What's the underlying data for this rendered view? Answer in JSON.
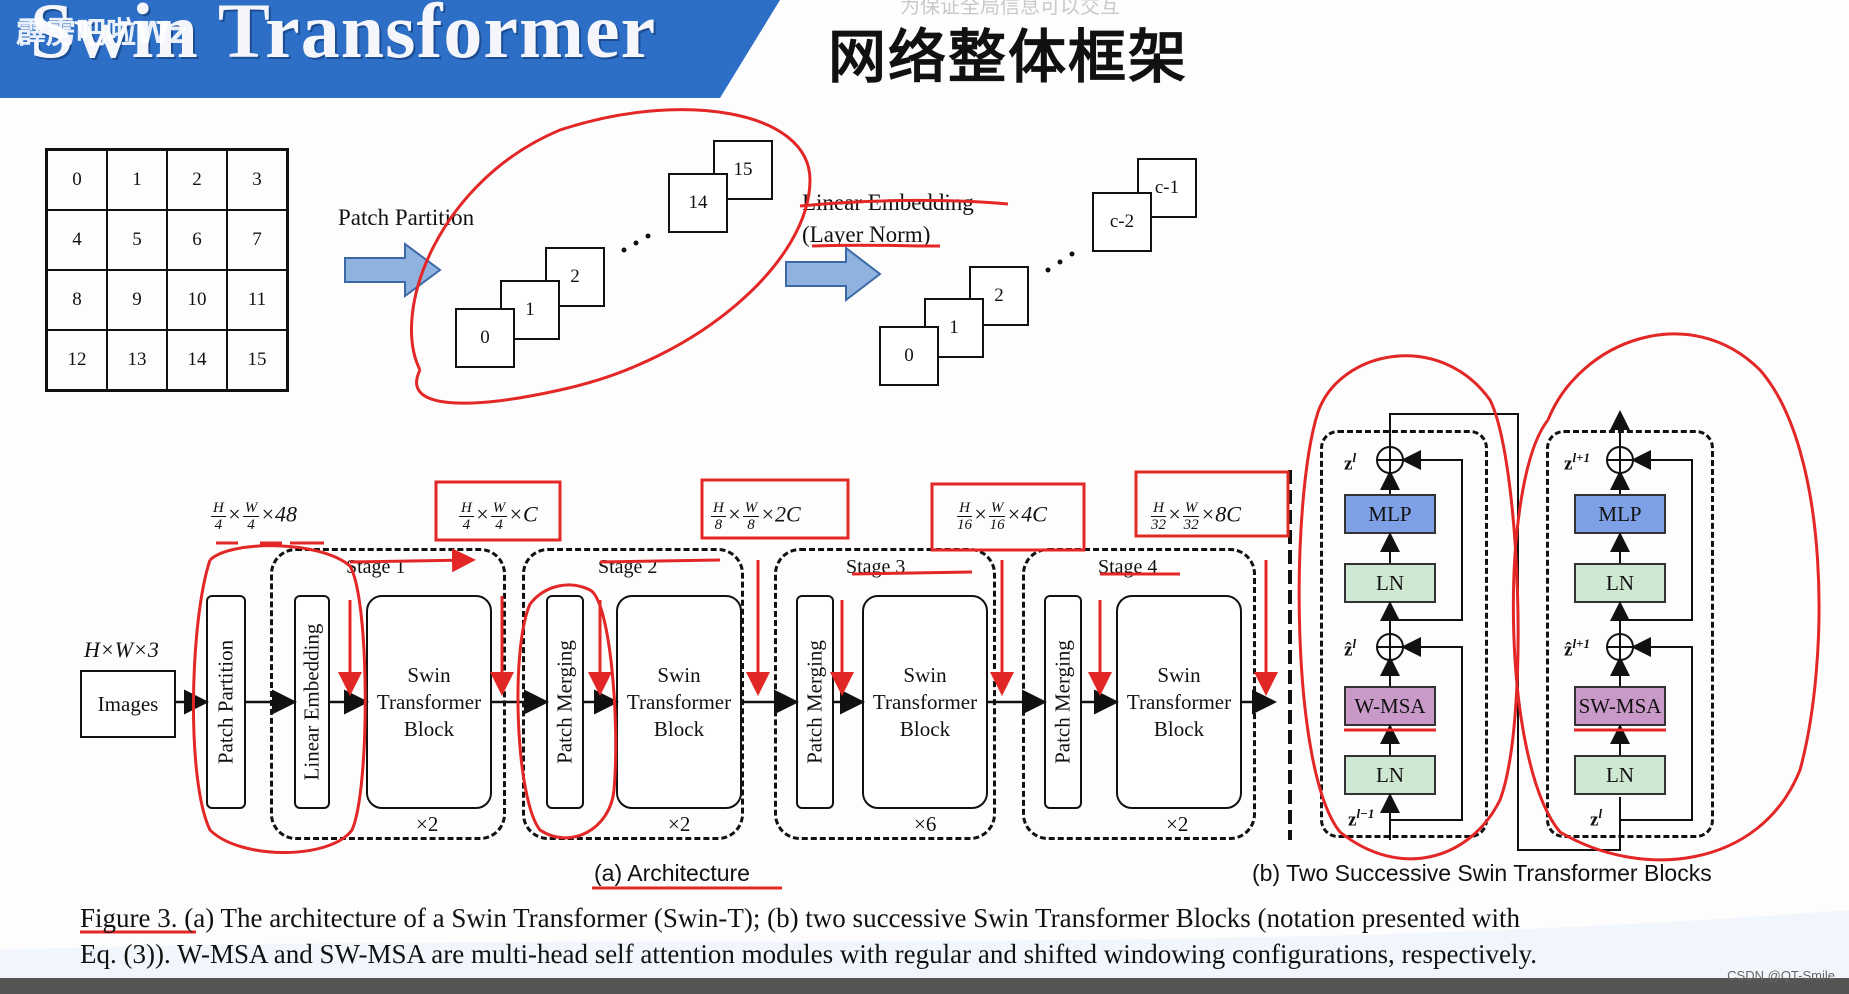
{
  "header": {
    "title_en": "Swin Transformer",
    "overlay_text": "霹雳吧啦Wz",
    "title_cn": "网络整体框架",
    "faint_subtitle": "为保证全局信息可以交互"
  },
  "grid_cells": [
    "0",
    "1",
    "2",
    "3",
    "4",
    "5",
    "6",
    "7",
    "8",
    "9",
    "10",
    "11",
    "12",
    "13",
    "14",
    "15"
  ],
  "top": {
    "patch_partition_label": "Patch Partition",
    "linear_embedding_label": "Linear Embedding",
    "layer_norm_label": "(Layer Norm)",
    "stack1": [
      "0",
      "1",
      "2",
      "14",
      "15"
    ],
    "stack2": [
      "0",
      "1",
      "2",
      "c-2",
      "c-1"
    ]
  },
  "arch": {
    "input_dim": "H×W×3",
    "images": "Images",
    "dims": [
      "×48",
      "×C",
      "×2C",
      "×4C",
      "×8C"
    ],
    "fracs": [
      [
        "H",
        "4",
        "W",
        "4"
      ],
      [
        "H",
        "4",
        "W",
        "4"
      ],
      [
        "H",
        "8",
        "W",
        "8"
      ],
      [
        "H",
        "16",
        "W",
        "16"
      ],
      [
        "H",
        "32",
        "W",
        "32"
      ]
    ],
    "patch_partition": "Patch Partition",
    "linear_embedding": "Linear Embedding",
    "patch_merging": "Patch Merging",
    "stages": [
      "Stage 1",
      "Stage 2",
      "Stage 3",
      "Stage 4"
    ],
    "block_lines": [
      "Swin",
      "Transformer",
      "Block"
    ],
    "repeats": [
      "×2",
      "×2",
      "×6",
      "×2"
    ],
    "caption_a": "(a) Architecture"
  },
  "blocks": {
    "left": {
      "mlp": "MLP",
      "ln": "LN",
      "msa": "W-MSA",
      "ln2": "LN",
      "z_top": "z",
      "z_top_sup": "l",
      "z_mid": "ẑ",
      "z_mid_sup": "l",
      "z_bot": "z",
      "z_bot_sup": "l−1"
    },
    "right": {
      "mlp": "MLP",
      "ln": "LN",
      "msa": "SW-MSA",
      "ln2": "LN",
      "z_top": "z",
      "z_top_sup": "l+1",
      "z_mid": "ẑ",
      "z_mid_sup": "l+1",
      "z_bot": "z",
      "z_bot_sup": "l"
    },
    "caption_b": "(b) Two Successive Swin Transformer Blocks"
  },
  "caption": {
    "line1": "Figure 3. (a) The architecture of a Swin Transformer (Swin-T); (b) two successive Swin Transformer Blocks (notation presented with",
    "line2": "Eq. (3)). W-MSA and SW-MSA are multi-head self attention modules with regular and shifted windowing configurations, respectively."
  },
  "watermark": "CSDN @QT-Smile",
  "colors": {
    "banner": "#2d6fc7",
    "mlp": "#7da0e6",
    "ln": "#cfe8d1",
    "msa": "#c99ac8",
    "annot": "#e32626",
    "arrow": "#8fb2df"
  }
}
